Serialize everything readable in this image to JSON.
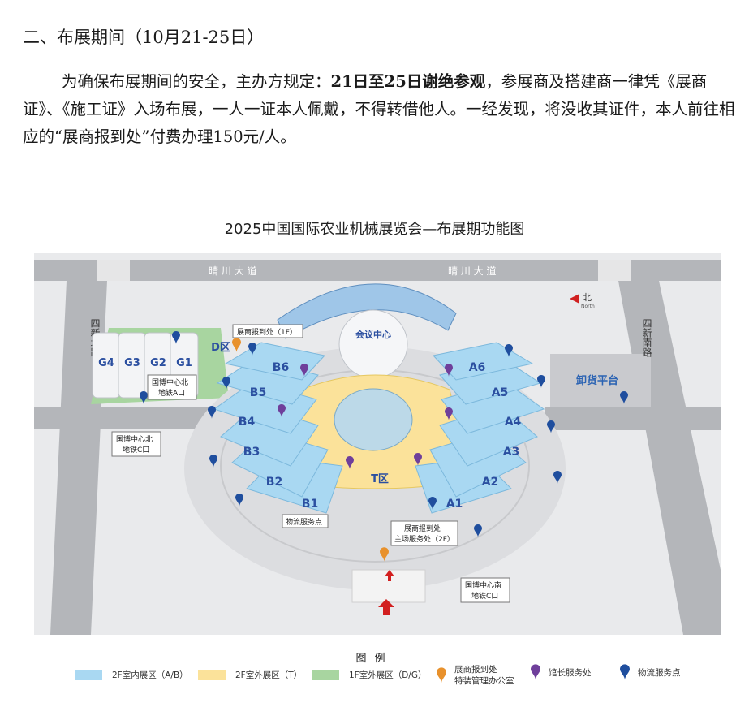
{
  "heading": "二、布展期间（10月21-25日）",
  "paragraph": {
    "part1": "为确保布展期间的安全，主办方规定：",
    "bold": "21日至25日谢绝参观",
    "part2": "，参展商及搭建商一律凭《展商证》、《施工证》入场布展，一人一证本人佩戴，不得转借他人。一经发现，将没收其证件，本人前往相应的“展商报到处”付费办理150元/人。"
  },
  "map": {
    "title": "2025中国国际农业机械展览会—布展期功能图",
    "roads": {
      "top_left": "晴 川 大 道",
      "top_right": "晴 川 大 道",
      "left": "四新北路",
      "right": "四新南路"
    },
    "compass": {
      "label": "北",
      "sub": "North"
    },
    "conference_center": "会议中心",
    "unloading_platform": "卸货平台",
    "halls_b": [
      "B1",
      "B2",
      "B3",
      "B4",
      "B5",
      "B6"
    ],
    "halls_a": [
      "A1",
      "A2",
      "A3",
      "A4",
      "A5",
      "A6"
    ],
    "halls_g": [
      "G4",
      "G3",
      "G2",
      "G1"
    ],
    "hall_d": "D区",
    "hall_t": "T区",
    "callouts": {
      "registration_1f": "展商报到处（1F）",
      "metro_north_a": [
        "国博中心北",
        "地铁A口"
      ],
      "metro_north_c": [
        "国博中心北",
        "地铁C口"
      ],
      "logistics": "物流服务点",
      "registration_2f": [
        "展商报到处",
        "主场服务处（2F）"
      ],
      "metro_south_c": [
        "国博中心南",
        "地铁C口"
      ]
    }
  },
  "legend": {
    "title": "图例",
    "items": [
      {
        "label": "2F室内展区（A/B）",
        "color": "#a9d8f2"
      },
      {
        "label": "2F室外展区（T）",
        "color": "#fbe29a"
      },
      {
        "label": "1F室外展区（D/G）",
        "color": "#a8d5a0"
      },
      {
        "label_line1": "展商报到处",
        "label_line2": "特装管理办公室",
        "color": "#e8912c"
      },
      {
        "label": "馆长服务处",
        "color": "#6f3f9b"
      },
      {
        "label": "物流服务点",
        "color": "#1f4e9e"
      }
    ]
  }
}
